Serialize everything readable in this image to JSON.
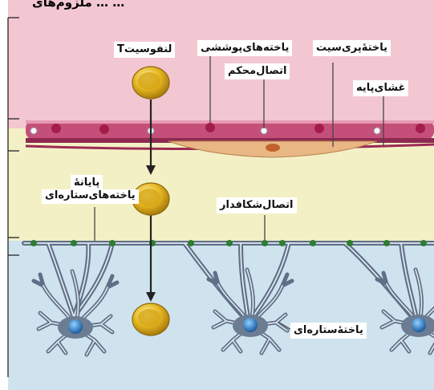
{
  "title": "… … ملزوم‌های",
  "labels": {
    "t_lymphocyte": "لنفوسیتT",
    "epithelial_cells": "یاخته‌های‌پوششی",
    "pericyte": "یاختۀ‌پری‌سیت",
    "tight_junction": "اتصال‌محکم",
    "basement_membrane": "غشای‌پایه",
    "astrocyte_endfoot_line1": "پایانۀ",
    "astrocyte_endfoot_line2": "یاخته‌های‌ستاره‌ای",
    "gap_junction": "اتصال‌شکافدار",
    "astrocyte": "یاختۀ‌ستاره‌ای"
  },
  "colors": {
    "blood_zone": "#f3c7d2",
    "middle_zone": "#f4f0c6",
    "brain_zone": "#cfe3ef",
    "epithelium": "#c4507a",
    "nucleus": "#a41c4a",
    "astrocyte": "#6b7c93",
    "astro_nucleus": "#2b6fb5",
    "junction_dot": "#2e7d32",
    "lymphocyte": "#e5b721"
  }
}
